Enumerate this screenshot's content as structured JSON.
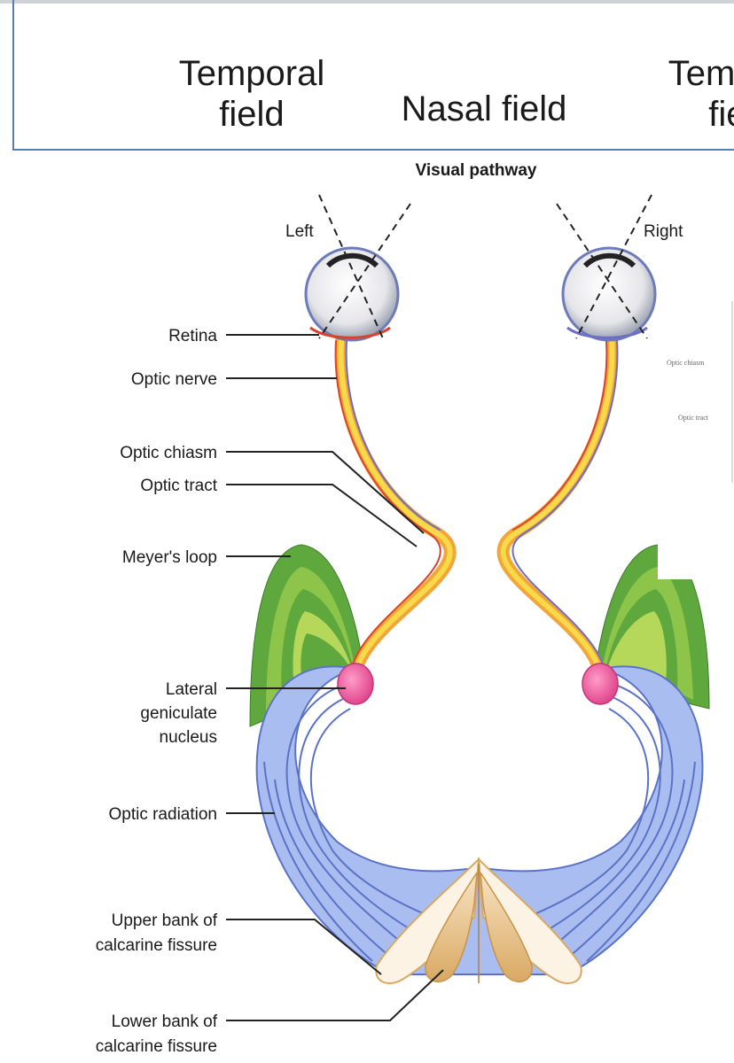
{
  "header": {
    "fields": [
      "Temporal\nfield",
      "Nasal field",
      "Temporal\nfield"
    ]
  },
  "diagram": {
    "title": "Visual pathway",
    "side_left": "Left",
    "side_right": "Right",
    "labels": {
      "retina": "Retina",
      "optic_nerve": "Optic nerve",
      "optic_chiasm": "Optic chiasm",
      "optic_tract": "Optic tract",
      "meyers_loop": "Meyer's loop",
      "lgn_1": "Lateral",
      "lgn_2": "geniculate",
      "lgn_3": "nucleus",
      "optic_radiation": "Optic radiation",
      "upper_bank_1": "Upper bank of",
      "upper_bank_2": "calcarine fissure",
      "lower_bank_1": "Lower bank of",
      "lower_bank_2": "calcarine fissure"
    },
    "side_thumb": [
      "Optic chiasm",
      "Optic tract"
    ],
    "colors": {
      "nerve_orange": "#f2a63a",
      "nerve_yellow": "#f7d94a",
      "nerve_red": "#d8432c",
      "nerve_blue": "#6d6fc4",
      "meyer_green_dark": "#5ea83e",
      "meyer_green_light": "#b5d85a",
      "radiation_blue": "#a9bdf0",
      "radiation_stroke": "#5a73c6",
      "lgn_pink": "#ef6fa7",
      "calcarine_tan": "#e8c592",
      "frame_blue": "#5b7ab8"
    }
  }
}
